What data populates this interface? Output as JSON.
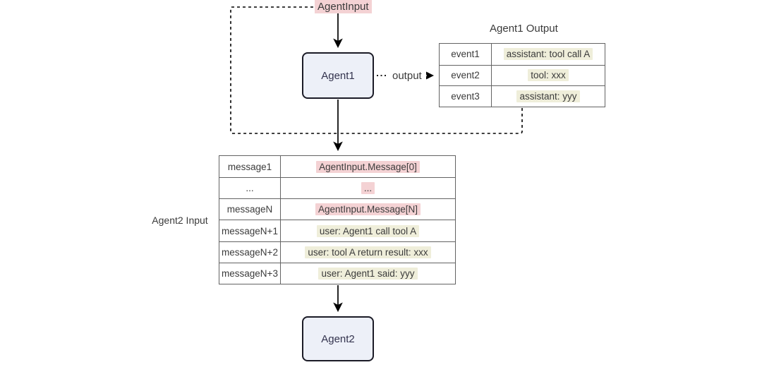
{
  "nodes": {
    "agent_input": {
      "label": "AgentInput"
    },
    "agent1": {
      "label": "Agent1"
    },
    "agent2": {
      "label": "Agent2"
    }
  },
  "edges": {
    "output": {
      "label": "output"
    }
  },
  "agent1_output": {
    "title": "Agent1 Output",
    "rows": [
      {
        "key": "event1",
        "value": "assistant: tool call A",
        "highlight": "yellow"
      },
      {
        "key": "event2",
        "value": "tool: xxx",
        "highlight": "yellow"
      },
      {
        "key": "event3",
        "value": "assistant: yyy",
        "highlight": "yellow"
      }
    ]
  },
  "agent2_input": {
    "title": "Agent2 Input",
    "rows": [
      {
        "key": "message1",
        "value": "AgentInput.Message[0]",
        "highlight": "pink"
      },
      {
        "key": "...",
        "value": "...",
        "highlight": "pink"
      },
      {
        "key": "messageN",
        "value": "AgentInput.Message[N]",
        "highlight": "pink"
      },
      {
        "key": "messageN+1",
        "value": "user: Agent1 call tool A",
        "highlight": "yellow"
      },
      {
        "key": "messageN+2",
        "value": "user: tool A return result: xxx",
        "highlight": "yellow"
      },
      {
        "key": "messageN+3",
        "value": "user: Agent1 said: yyy",
        "highlight": "yellow"
      }
    ]
  },
  "colors": {
    "node_fill": "#edf0f8",
    "node_border": "#1b1b26",
    "table_border": "#636363",
    "pink_highlight": "#f4d2d4",
    "yellow_highlight": "#efeeda",
    "line": "#000000",
    "text": "#3a3a3a"
  }
}
